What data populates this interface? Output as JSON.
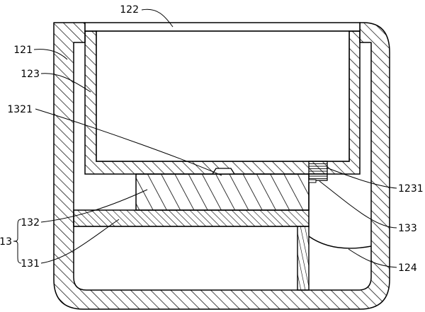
{
  "diagram": {
    "style": {
      "line_color": "#000000",
      "background": "#ffffff"
    },
    "components": [
      {
        "id": "housing",
        "label": "121"
      },
      {
        "id": "cover",
        "label": "122"
      },
      {
        "id": "inner-container",
        "label": "123"
      },
      {
        "id": "curved-deflector",
        "label": "124"
      },
      {
        "id": "group-13",
        "label": "13"
      },
      {
        "id": "base-plate",
        "label": "131"
      },
      {
        "id": "wedge-block",
        "label": "132"
      },
      {
        "id": "notch",
        "label": "1321"
      },
      {
        "id": "stop-block",
        "label": "1231"
      },
      {
        "id": "pin",
        "label": "133"
      }
    ]
  }
}
